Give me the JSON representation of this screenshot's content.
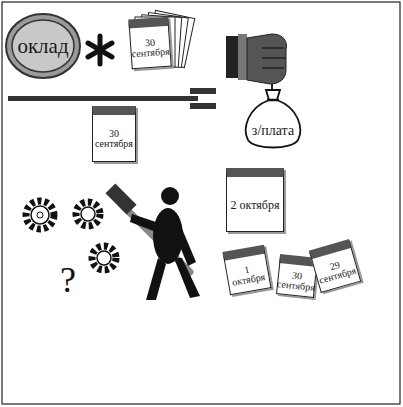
{
  "diagram": {
    "nodes": [
      {
        "text": [
          "оклад"
        ]
      },
      {
        "text": [
          "30 сентября"
        ]
      },
      {
        "text": [
          "з/плата"
        ]
      },
      {
        "text": [
          "30 сентября"
        ]
      },
      {
        "text": [
          "2 октября"
        ]
      },
      {
        "text": [
          "1 октября"
        ]
      },
      {
        "text": [
          "30 сентября"
        ]
      },
      {
        "text": [
          "29 сентября"
        ]
      }
    ],
    "labels": [
      "?"
    ]
  }
}
